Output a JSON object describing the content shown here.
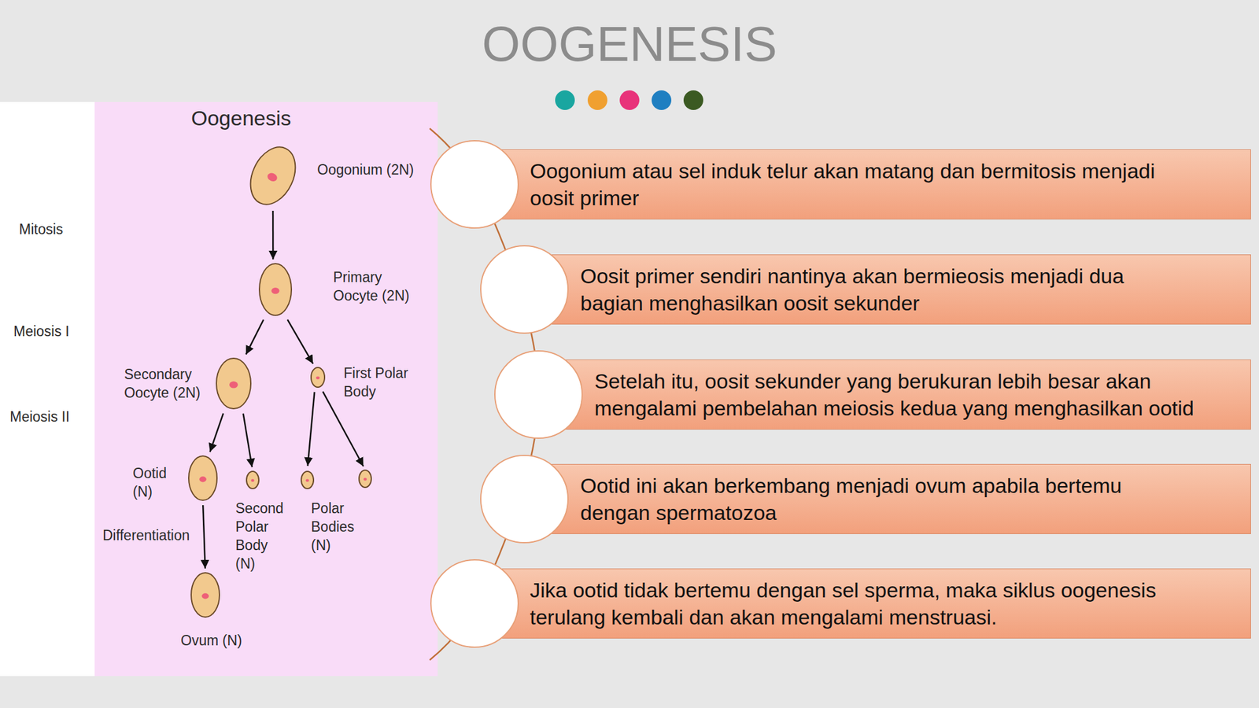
{
  "diagram": {
    "title": "OOGENESIS",
    "nodes": [
      {
        "text": [
          "Oogonium (2N)"
        ]
      },
      {
        "text": [
          "Primary Oocyte (2N)"
        ]
      },
      {
        "text": [
          "Secondary Oocyte (2N)"
        ]
      },
      {
        "text": [
          "First Polar Body"
        ]
      },
      {
        "text": [
          "Ootid (N)"
        ]
      },
      {
        "text": [
          "Second Polar Body (N)"
        ]
      },
      {
        "text": [
          "Polar Bodies (N)"
        ]
      },
      {
        "text": [
          "Ovum (N)"
        ]
      },
      {
        "text": [
          "Oogonium atau sel induk telur akan matang dan bermitosis menjadi oosit primer"
        ]
      },
      {
        "text": [
          "Oosit primer sendiri nantinya akan bermieosis menjadi dua bagian menghasilkan oosit sekunder"
        ]
      },
      {
        "text": [
          "Setelah itu, oosit sekunder yang berukuran lebih besar akan mengalami pembelahan meiosis kedua yang menghasilkan ootid"
        ]
      },
      {
        "text": [
          "Ootid ini akan berkembang menjadi ovum apabila bertemu dengan spermatozoa"
        ]
      },
      {
        "text": [
          "Jika ootid tidak bertemu dengan sel sperma, maka siklus oogenesis terulang kembali dan akan mengalami menstruasi."
        ]
      }
    ],
    "edges": [
      {
        "from": 0,
        "to": 1,
        "arrow": "to"
      },
      {
        "from": 1,
        "to": 2,
        "arrow": "to"
      },
      {
        "from": 1,
        "to": 3,
        "arrow": "to"
      },
      {
        "from": 2,
        "to": 4,
        "arrow": "to"
      },
      {
        "from": 2,
        "to": 5,
        "arrow": "to"
      },
      {
        "from": 3,
        "to": 6,
        "arrow": "to"
      },
      {
        "from": 3,
        "to": 6,
        "arrow": "to"
      },
      {
        "from": 4,
        "to": 7,
        "arrow": "to"
      }
    ],
    "labels": [
      "Oogenesis",
      "Mitosis",
      "Meiosis I",
      "Meiosis II",
      "Differentiation"
    ]
  }
}
